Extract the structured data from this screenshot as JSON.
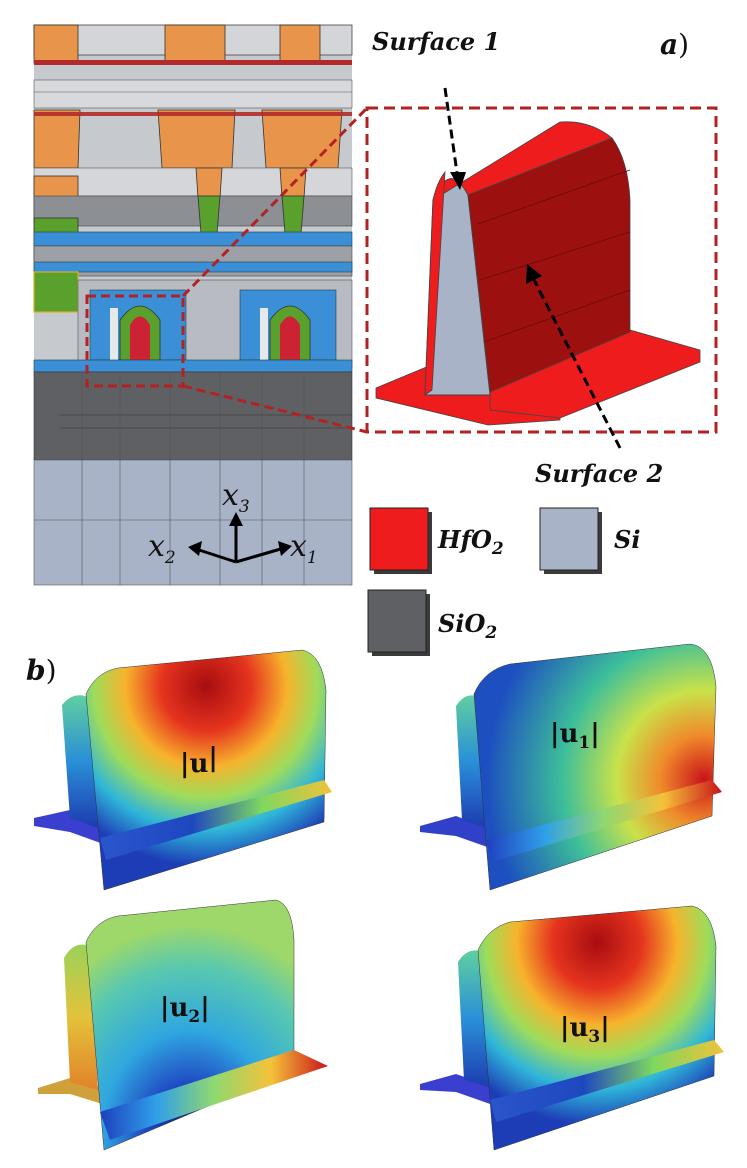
{
  "panel_a": {
    "label": "a",
    "label_paren": ")",
    "surface1": "Surface 1",
    "surface2": "Surface 2",
    "axes": {
      "x1": {
        "base": "x",
        "sub": "1"
      },
      "x2": {
        "base": "x",
        "sub": "2"
      },
      "x3": {
        "base": "x",
        "sub": "3"
      }
    },
    "legend": [
      {
        "base": "HfO",
        "sub": "2",
        "color": "#ee1c1c"
      },
      {
        "base": "Si",
        "sub": "",
        "color": "#a9b3c8"
      },
      {
        "base": "SiO",
        "sub": "2",
        "color": "#5f6063"
      }
    ]
  },
  "panel_b": {
    "label": "b",
    "label_paren": ")",
    "maps": [
      {
        "base": "|u",
        "sub": "",
        "close": "|"
      },
      {
        "base": "|u",
        "sub": "1",
        "close": "|"
      },
      {
        "base": "|u",
        "sub": "2",
        "close": "|"
      },
      {
        "base": "|u",
        "sub": "3",
        "close": "|"
      }
    ]
  },
  "colors": {
    "highlight_red": "#b22222",
    "hfo2_red": "#ee1c1c",
    "hfo2_dark": "#9c1010",
    "si_gray": "#a9b3c8",
    "sio2_gray": "#5f6063",
    "orange": "#e8944a",
    "green": "#5aa02c",
    "blue": "#3a8fd6"
  }
}
